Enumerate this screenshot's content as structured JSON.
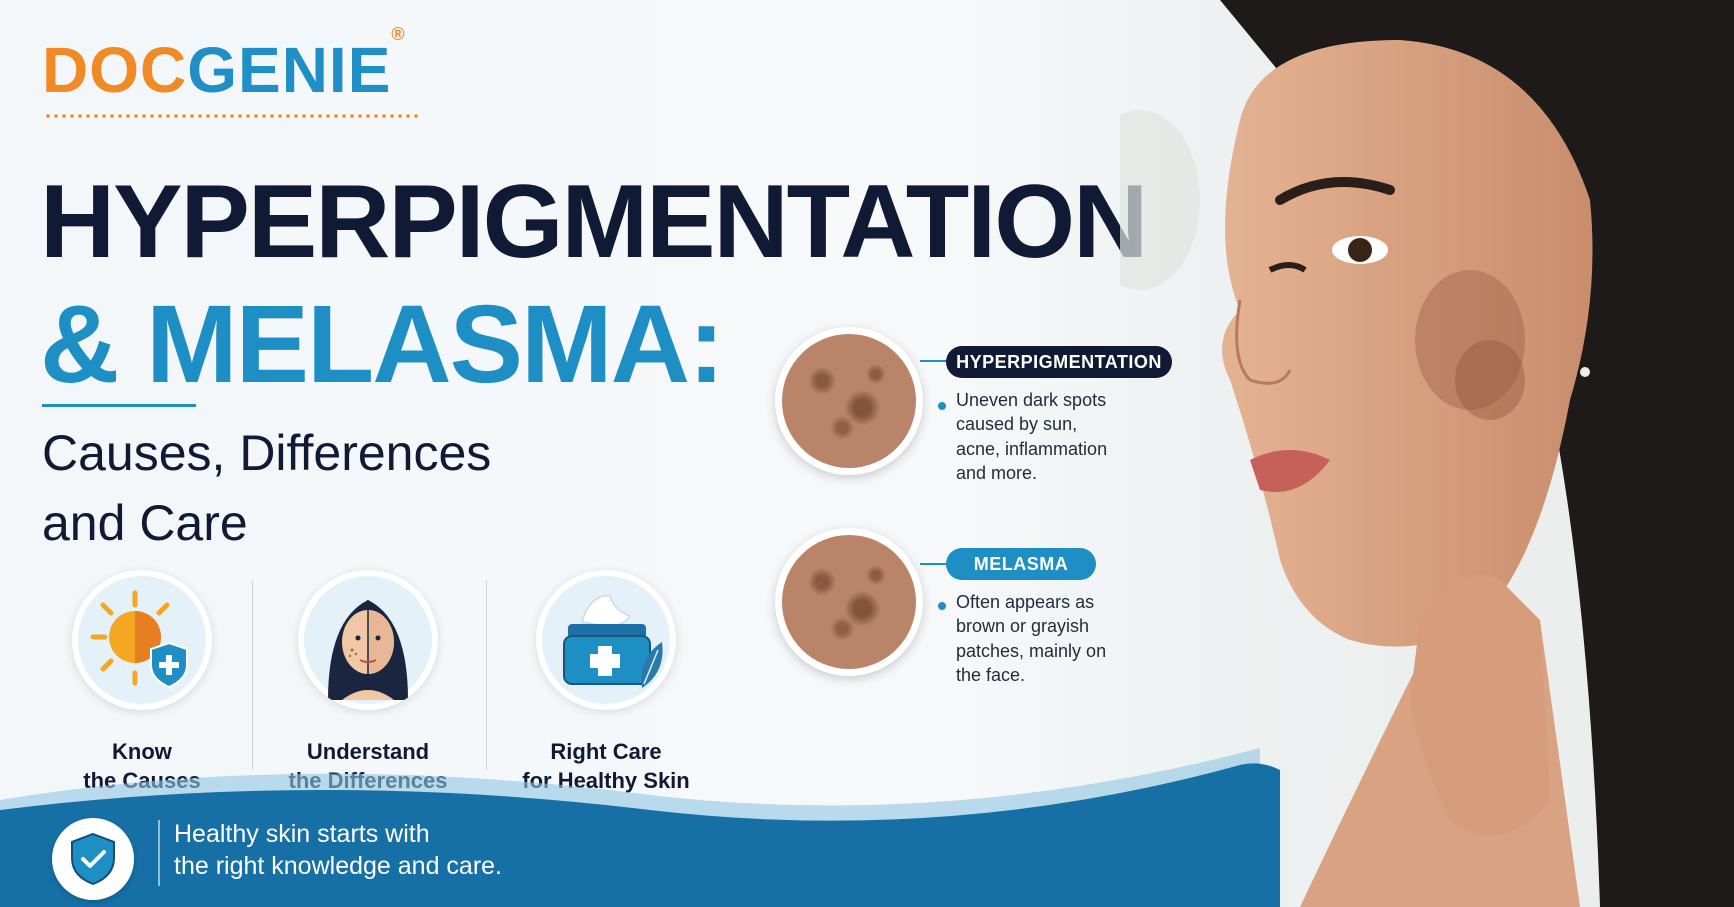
{
  "logo": {
    "part1": "DO",
    "part2": "C",
    "part3": "GENIE",
    "registered": "®"
  },
  "headline": {
    "line1": "HYPERPIGMENTATION",
    "line2": "& MELASMA:",
    "sub1": "Causes, Differences",
    "sub2": "and Care"
  },
  "features": [
    {
      "icon": "sun-shield-icon",
      "line1": "Know",
      "line2": "the Causes"
    },
    {
      "icon": "face-comparison-icon",
      "line1": "Understand",
      "line2": "the Differences"
    },
    {
      "icon": "cream-jar-icon",
      "line1": "Right Care",
      "line2": "for Healthy Skin"
    }
  ],
  "callouts": [
    {
      "title": "HYPERPIGMENTATION",
      "lines": [
        "Uneven dark spots",
        "caused by sun,",
        "acne, inflammation",
        "and more."
      ]
    },
    {
      "title": "MELASMA",
      "lines": [
        "Often appears as",
        "brown or grayish",
        "patches, mainly on",
        "the face."
      ]
    }
  ],
  "tagline": {
    "line1": "Healthy skin starts with",
    "line2": "the right knowledge and care."
  },
  "colors": {
    "navy": "#111a35",
    "blue": "#1e8fc5",
    "orange": "#f08a24",
    "wave": "#1670a6"
  }
}
